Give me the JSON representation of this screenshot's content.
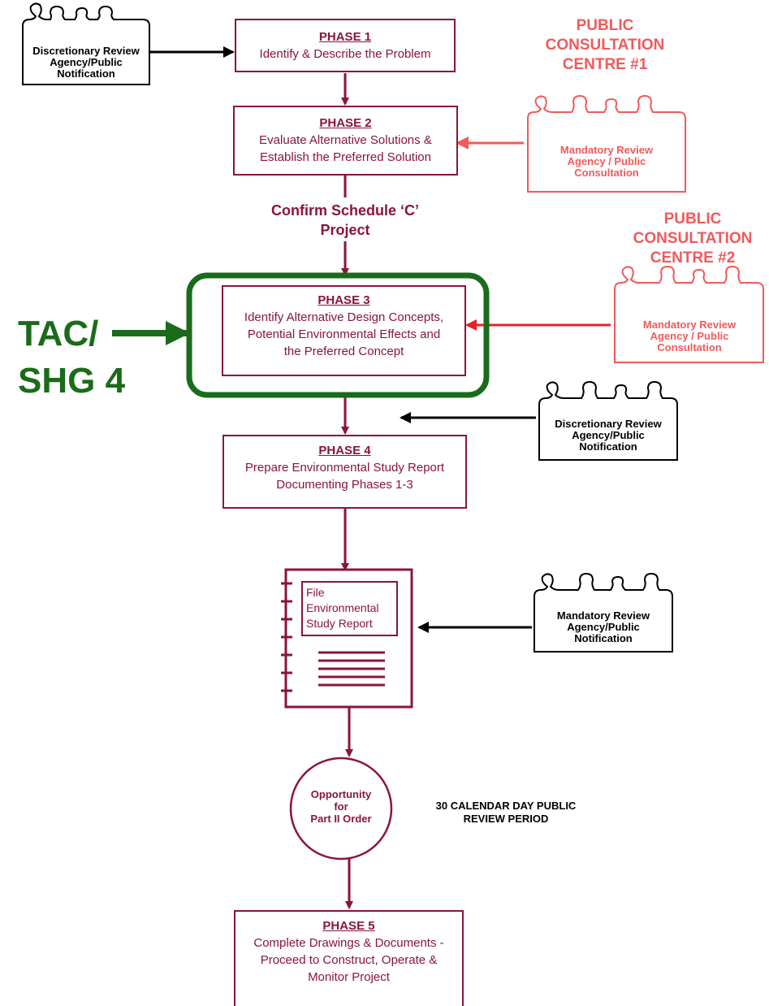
{
  "phases": {
    "phase1": {
      "title": "PHASE 1",
      "text": "Identify & Describe the Problem"
    },
    "phase2": {
      "title": "PHASE 2",
      "line1": "Evaluate Alternative Solutions &",
      "line2": "Establish the Preferred Solution"
    },
    "phase3": {
      "title": "PHASE 3",
      "line1": "Identify Alternative Design Concepts,",
      "line2": "Potential Environmental Effects and",
      "line3": "the Preferred Concept"
    },
    "phase4": {
      "title": "PHASE 4",
      "line1": "Prepare Environmental Study Report",
      "line2": "Documenting Phases 1-3"
    },
    "phase5": {
      "title": "PHASE 5",
      "line1": "Complete Drawings & Documents -",
      "line2": "Proceed to Construct, Operate &",
      "line3": "Monitor Project"
    }
  },
  "confirm_schedule": {
    "line1": "Confirm Schedule ‘C’",
    "line2": "Project"
  },
  "public_consultation_1": {
    "line1": "PUBLIC",
    "line2": "CONSULTATION",
    "line3": "CENTRE #1"
  },
  "public_consultation_2": {
    "line1": "PUBLIC",
    "line2": "CONSULTATION",
    "line3": "CENTRE #2"
  },
  "groups": {
    "top_left": {
      "line1": "Discretionary Review",
      "line2": "Agency/Public",
      "line3": "Notification"
    },
    "pcc1_group": {
      "line1": "Mandatory Review",
      "line2": "Agency / Public",
      "line3": "Consultation"
    },
    "pcc2_group": {
      "line1": "Mandatory Review",
      "line2": "Agency / Public",
      "line3": "Consultation"
    },
    "mid_right": {
      "line1": "Discretionary Review",
      "line2": "Agency/Public",
      "line3": "Notification"
    },
    "lower_right": {
      "line1": "Mandatory Review",
      "line2": "Agency/Public",
      "line3": "Notification"
    }
  },
  "tac": {
    "line1": "TAC/",
    "line2": "SHG 4"
  },
  "report_document": {
    "line1": "File",
    "line2": "Environmental",
    "line3": "Study Report"
  },
  "part_ii_order": {
    "line1": "Opportunity",
    "line2": "for",
    "line3": "Part II Order"
  },
  "review_period": {
    "line1": "30 CALENDAR DAY PUBLIC",
    "line2": "REVIEW PERIOD"
  },
  "colors": {
    "crimson": "#8a1538",
    "salmon": "#f05a5a",
    "red_arrow": "#e8202a",
    "green": "#1a6b1a",
    "black": "#000000"
  }
}
